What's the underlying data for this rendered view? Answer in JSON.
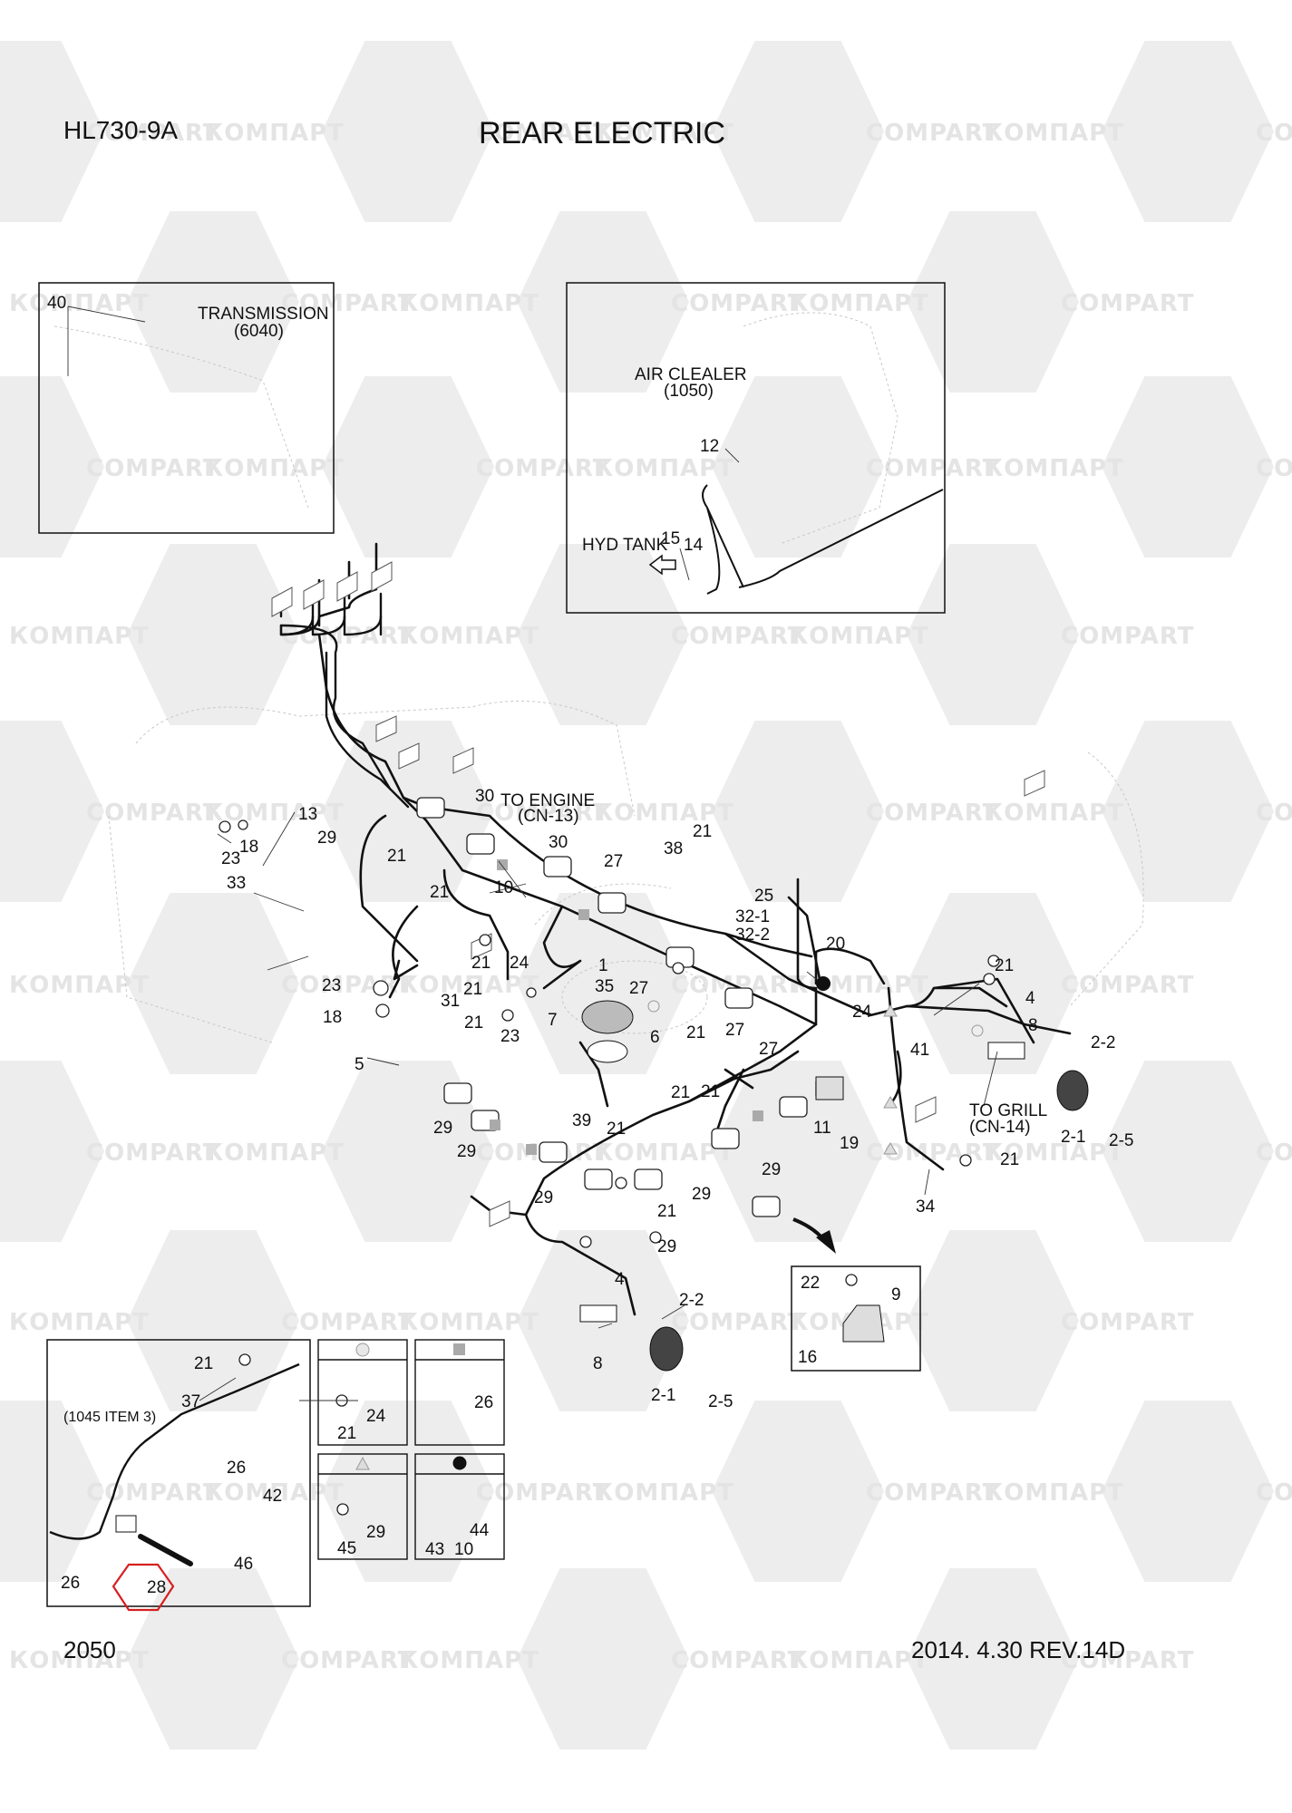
{
  "header": {
    "model": "HL730-9A",
    "title": "REAR ELECTRIC"
  },
  "footer": {
    "page_number": "2050",
    "revision": "2014. 4.30  REV.14D"
  },
  "watermark": {
    "text_a": "КОМПАРТ",
    "text_b": "COMPART",
    "color": "#e4e4e4"
  },
  "callouts": {
    "transmission": "TRANSMISSION",
    "transmission_code": "(6040)",
    "air_cleaner": "AIR CLEALER",
    "air_cleaner_code": "(1050)",
    "hyd_tank": "HYD TANK",
    "to_engine": "TO ENGINE",
    "to_engine_code": "(CN-13)",
    "to_grill": "TO GRILL",
    "to_grill_code": "(CN-14)",
    "item_ref": "(1045 ITEM 3)"
  },
  "part_labels": {
    "p40": "40",
    "p12": "12",
    "p15": "15",
    "p14": "14",
    "p13": "13",
    "p23a": "23",
    "p18a": "18",
    "p29a": "29",
    "p30a": "30",
    "p30b": "30",
    "p21a": "21",
    "p21b": "21",
    "p33": "33",
    "p10": "10",
    "p27a": "27",
    "p38": "38",
    "p21c": "21",
    "p25": "25",
    "p32_1": "32-1",
    "p32_2": "32-2",
    "p20": "20",
    "p21d": "21",
    "p24a": "24",
    "p1": "1",
    "p21e": "21",
    "p23b": "23",
    "p35": "35",
    "p27b": "27",
    "p21f": "21",
    "p4a": "4",
    "p8a": "8",
    "p18b": "18",
    "p31": "31",
    "p21g": "21",
    "p7": "7",
    "p6": "6",
    "p23c": "23",
    "p21h": "21",
    "p27c": "27",
    "p27d": "27",
    "p24b": "24",
    "p2_2a": "2-2",
    "p5": "5",
    "p41": "41",
    "p21i": "21",
    "p29b": "29",
    "p29c": "29",
    "p39": "39",
    "p21j": "21",
    "p11": "11",
    "p19": "19",
    "p29d": "29",
    "p29e": "29",
    "p29f": "29",
    "p21k": "21",
    "p34": "34",
    "p21l": "21",
    "p29g": "29",
    "p2_1a": "2-1",
    "p2_5a": "2-5",
    "p4b": "4",
    "p2_2b": "2-2",
    "p8b": "8",
    "p2_1b": "2-1",
    "p2_5b": "2-5",
    "p22": "22",
    "p9": "9",
    "p16": "16",
    "p21m": "21",
    "p37": "37",
    "p26a": "26",
    "p42": "42",
    "p46": "46",
    "p26b": "26",
    "p28": "28",
    "p21n": "21",
    "p24c": "24",
    "p26c": "26",
    "p45": "45",
    "p29h": "29",
    "p43": "43",
    "p10b": "10",
    "p44": "44",
    "p21o": "21"
  }
}
